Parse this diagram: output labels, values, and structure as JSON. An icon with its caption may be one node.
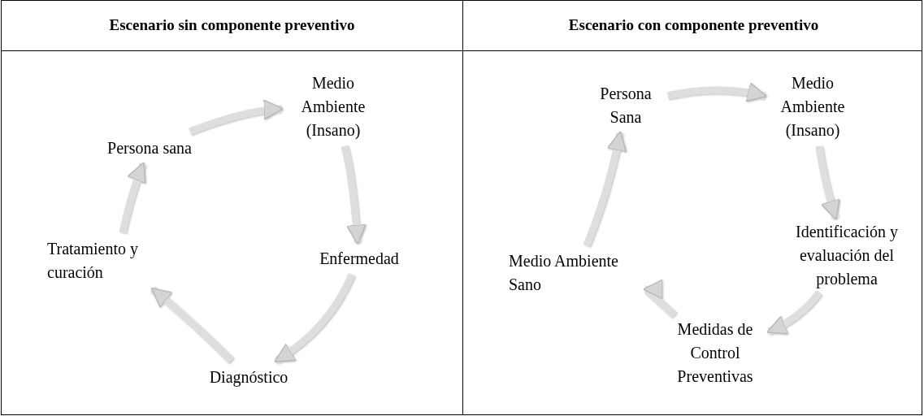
{
  "diagram": {
    "nodes": [
      {
        "text": [
          "Persona sana"
        ]
      },
      {
        "text": [
          "Medio Ambiente (Insano)"
        ]
      },
      {
        "text": [
          "Enfermedad"
        ]
      },
      {
        "text": [
          "Diagnóstico"
        ]
      },
      {
        "text": [
          "Tratamiento y curación"
        ]
      },
      {
        "text": [
          "Persona Sana"
        ]
      },
      {
        "text": [
          "Medio Ambiente (Insano)"
        ]
      },
      {
        "text": [
          "Identificación y evaluación del problema"
        ]
      },
      {
        "text": [
          "Medidas de Control Preventivas"
        ]
      },
      {
        "text": [
          "Medio Ambiente Sano"
        ]
      }
    ],
    "edges": [
      {
        "from": 0,
        "to": 1,
        "arrow": "to"
      },
      {
        "from": 1,
        "to": 2,
        "arrow": "to"
      },
      {
        "from": 2,
        "to": 3,
        "arrow": "to"
      },
      {
        "from": 3,
        "to": 4,
        "arrow": "to"
      },
      {
        "from": 4,
        "to": 0,
        "arrow": "to"
      },
      {
        "from": 5,
        "to": 6,
        "arrow": "to"
      },
      {
        "from": 6,
        "to": 7,
        "arrow": "to"
      },
      {
        "from": 7,
        "to": 8,
        "arrow": "to"
      },
      {
        "from": 8,
        "to": 9,
        "arrow": "to"
      },
      {
        "from": 9,
        "to": 5,
        "arrow": "to"
      }
    ],
    "labels": [
      "Escenario sin componente preventivo",
      "Escenario con componente preventivo"
    ]
  }
}
